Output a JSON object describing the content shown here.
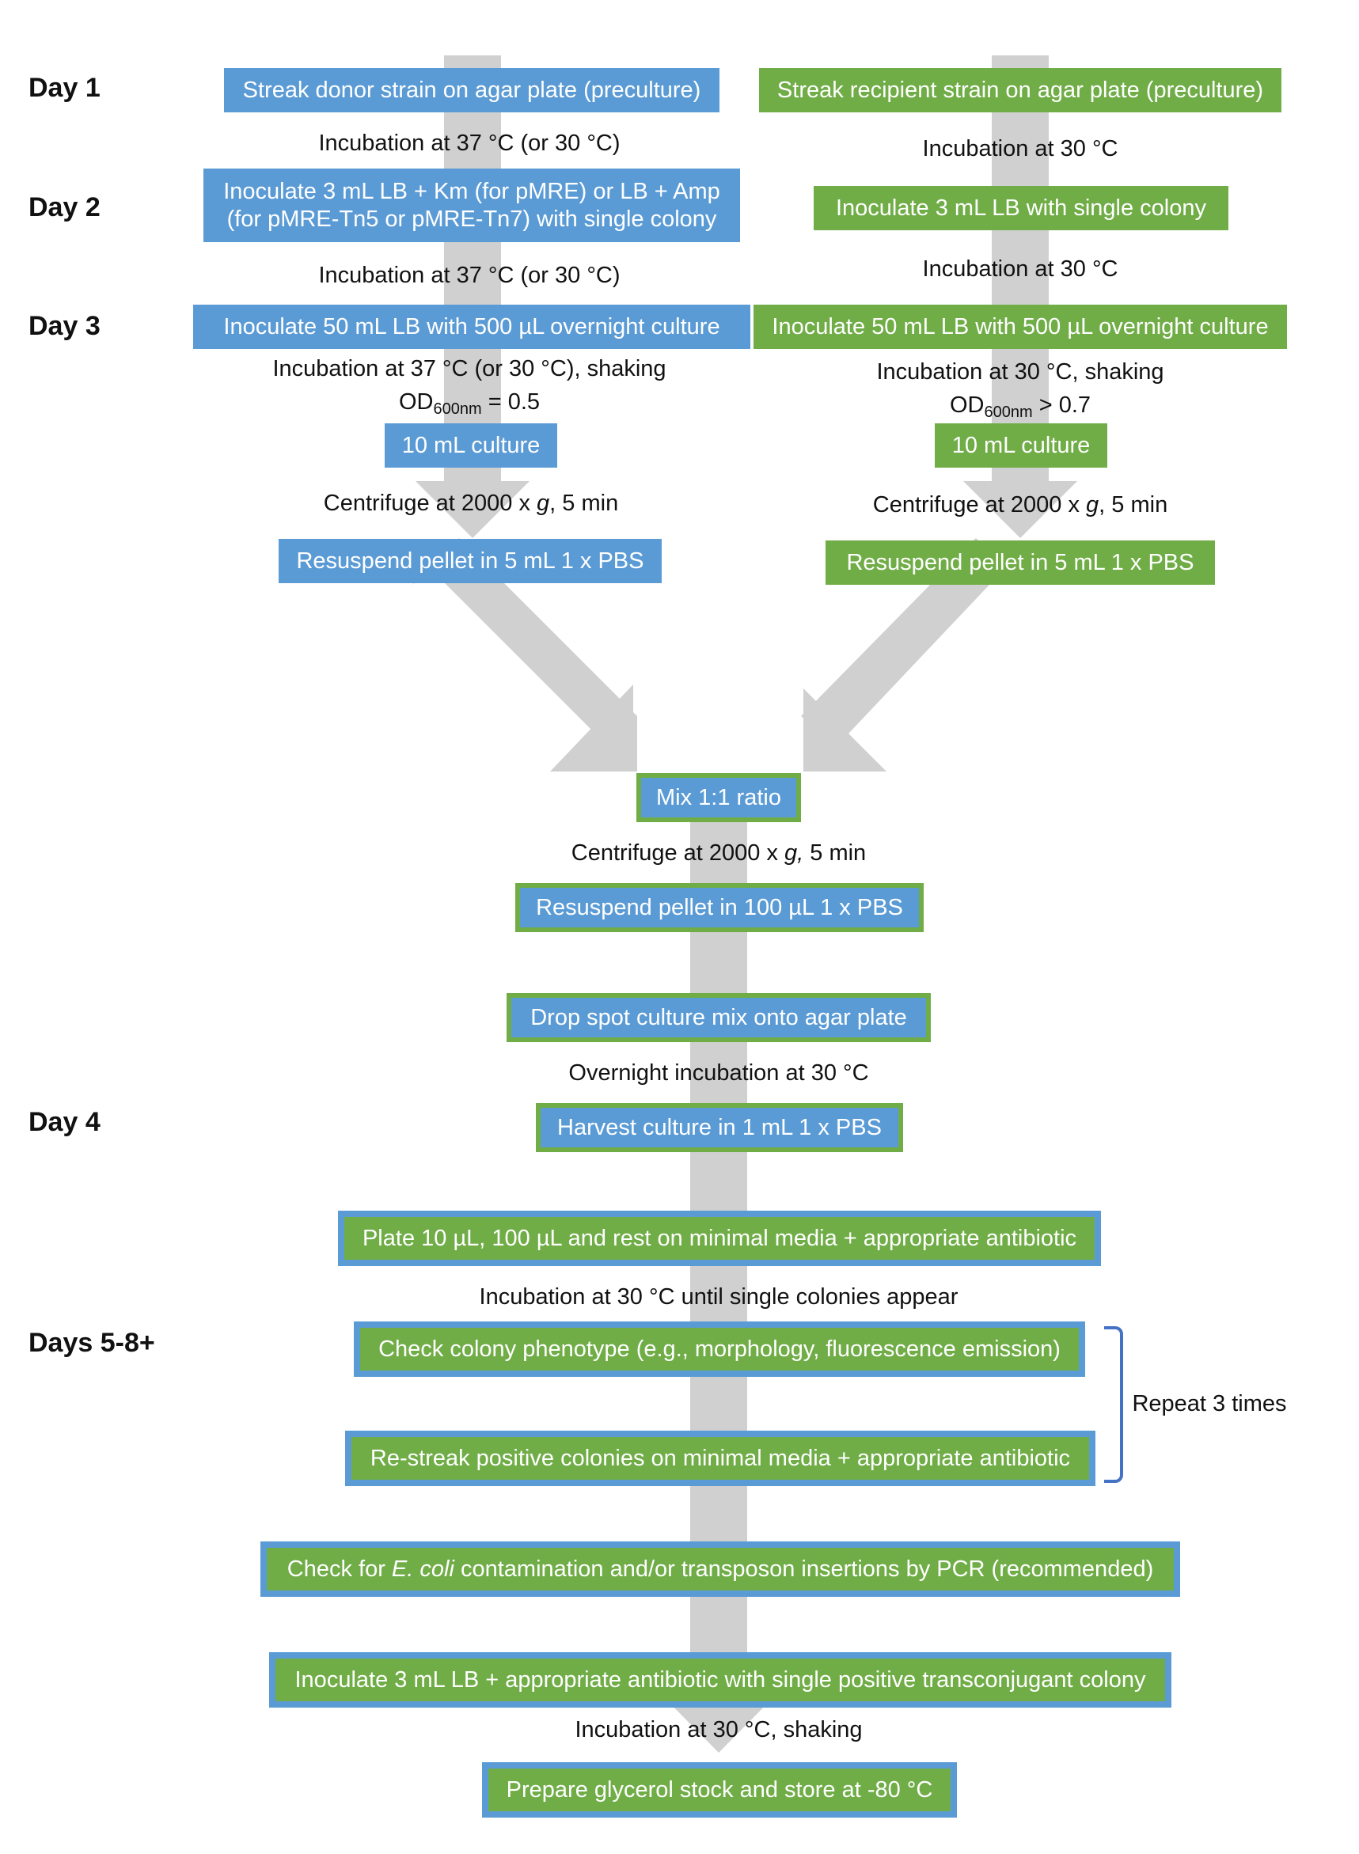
{
  "days": {
    "d1": "Day 1",
    "d2": "Day 2",
    "d3": "Day 3",
    "d4": "Day 4",
    "d5": "Days 5-8+"
  },
  "donor": {
    "streak": "Streak donor strain on agar plate (preculture)",
    "inc1": "Incubation at 37 °C (or 30 °C)",
    "inoc_line1": "Inoculate 3 mL LB + Km (for pMRE) or LB + Amp",
    "inoc_line2": "(for pMRE-Tn5 or pMRE-Tn7) with single colony",
    "inc2": "Incubation at 37 °C (or 30 °C)",
    "inoc50": "Inoculate 50 mL LB with 500 µL overnight culture",
    "inc3": "Incubation at 37 °C (or 30 °C), shaking",
    "od_prefix": "OD",
    "od_sub": "600nm",
    "od_value": " = 0.5",
    "culture": "10 mL culture",
    "centrifuge_pre": "Centrifuge at 2000 x ",
    "centrifuge_g": "g",
    "centrifuge_post": ", 5 min",
    "resuspend": "Resuspend pellet in 5 mL 1 x PBS"
  },
  "recipient": {
    "streak": "Streak recipient strain on agar plate (preculture)",
    "inc1": "Incubation at 30 °C",
    "inoc": "Inoculate 3 mL LB with single colony",
    "inc2": "Incubation at 30 °C",
    "inoc50": "Inoculate 50 mL LB with 500 µL overnight culture",
    "inc3": "Incubation at 30 °C, shaking",
    "od_prefix": "OD",
    "od_sub": "600nm",
    "od_value": " > 0.7",
    "culture": "10 mL culture",
    "centrifuge_pre": "Centrifuge at 2000 x ",
    "centrifuge_g": "g",
    "centrifuge_post": ", 5 min",
    "resuspend": "Resuspend pellet  in 5 mL 1 x PBS"
  },
  "merged": {
    "mix": "Mix 1:1 ratio",
    "centrifuge_pre": "Centrifuge at 2000 x ",
    "centrifuge_g": "g,",
    "centrifuge_post": " 5 min",
    "resuspend": "Resuspend pellet in 100 µL 1 x PBS",
    "drop": "Drop spot culture mix onto agar plate",
    "overnight": "Overnight incubation at 30 °C",
    "harvest": "Harvest culture in 1 mL 1 x PBS",
    "plate": "Plate 10 µL, 100 µL and rest on minimal media + appropriate antibiotic",
    "inc_colonies": "Incubation at 30 °C until single colonies appear",
    "check_pheno": "Check colony phenotype (e.g., morphology, fluorescence emission)",
    "restreak": "Re-streak positive colonies on minimal media + appropriate antibiotic",
    "repeat": "Repeat 3 times",
    "check_pre": "Check for ",
    "check_ecoli": "E. coli",
    "check_post": " contamination and/or transposon insertions by PCR (recommended)",
    "inoc_final": "Inoculate 3 mL LB + appropriate antibiotic with single positive transconjugant colony",
    "inc_final": "Incubation at 30 °C, shaking",
    "glycerol": "Prepare glycerol stock and store at -80 °C"
  },
  "colors": {
    "blue": "#5b9bd5",
    "green": "#70ad47",
    "arrow": "#d0d0d0",
    "bracket": "#4472c4"
  }
}
